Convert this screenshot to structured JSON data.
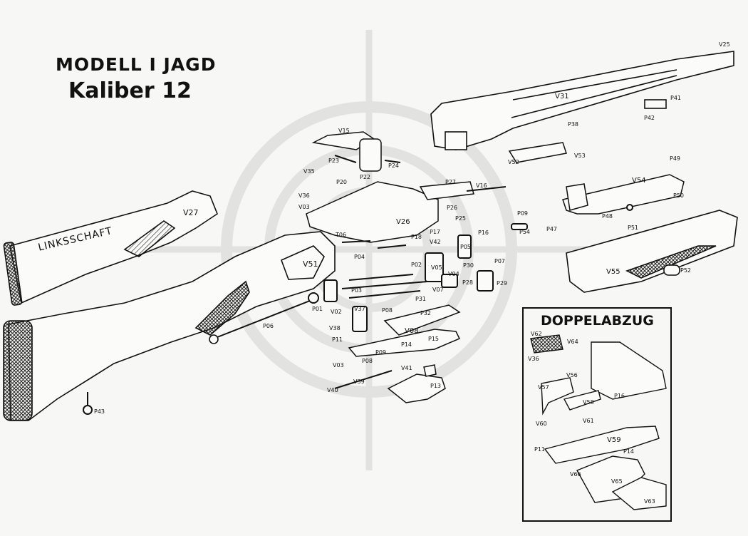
{
  "header": {
    "title_line1": "MODELL I JAGD",
    "title_line2": "Kaliber 12"
  },
  "inset": {
    "title": "DOPPELABZUG"
  },
  "stock_labels": {
    "left_stock": "LINKSSCHAFT",
    "v27": "V27",
    "v51": "V51"
  },
  "barrel_labels": {
    "v31": "V31",
    "v55": "V55",
    "v54": "V54",
    "v26": "V26",
    "v08": "V08",
    "v59": "V59"
  },
  "part_labels": {
    "v25": "V25",
    "p41": "P41",
    "p42": "P42",
    "p38": "P38",
    "v52": "V52",
    "v53": "V53",
    "p49": "P49",
    "p50": "P50",
    "p48": "P48",
    "p51": "P51",
    "p47": "P47",
    "p54": "P54",
    "p09a": "P09",
    "p52": "P52",
    "v15": "V15",
    "p23": "P23",
    "p24": "P24",
    "p22": "P22",
    "v35": "V35",
    "p20": "P20",
    "v36": "V36",
    "v03a": "V03",
    "p27": "P27",
    "v16": "V16",
    "p26": "P26",
    "p25": "P25",
    "t06": "T06",
    "p18": "P18",
    "p17": "P17",
    "p16a": "P16",
    "v42": "V42",
    "p05": "P05",
    "p04": "P04",
    "p02": "P02",
    "v05": "V05",
    "v04": "V04",
    "p30": "P30",
    "p07": "P07",
    "p28": "P28",
    "p29": "P29",
    "p03": "P03",
    "v07": "V07",
    "p01": "P01",
    "v02": "V02",
    "v37": "V37",
    "p31": "P31",
    "p32": "P32",
    "p08a": "P08",
    "p06": "P06",
    "v38": "V38",
    "p11a": "P11",
    "p15": "P15",
    "p14a": "P14",
    "p09b": "P09",
    "p08b": "P08",
    "v03b": "V03",
    "v41": "V41",
    "v39": "V39",
    "p13": "P13",
    "v40": "V40",
    "p43": "P43",
    "v62": "V62",
    "v64": "V64",
    "v36b": "V36",
    "v56": "V56",
    "v57": "V57",
    "p16b": "P16",
    "v58": "V58",
    "v60": "V60",
    "v61": "V61",
    "p11b": "P11",
    "p14b": "P14",
    "v66": "V66",
    "v65": "V65",
    "v63": "V63"
  }
}
